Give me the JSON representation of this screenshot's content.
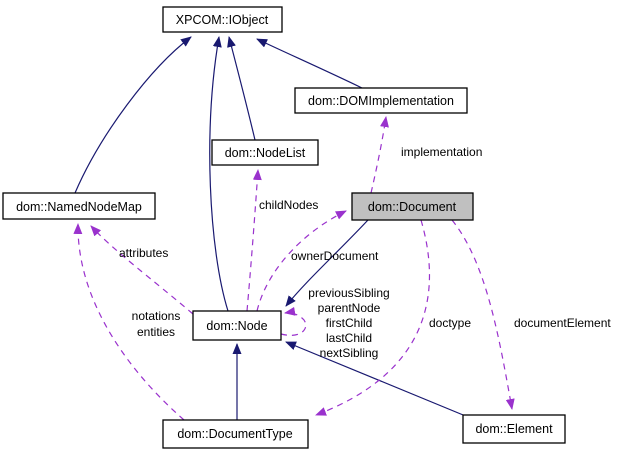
{
  "diagram": {
    "kind": "collaboration-graph",
    "nodes": {
      "iobject": {
        "label": "XPCOM::IObject"
      },
      "dom_implementation": {
        "label": "dom::DOMImplementation"
      },
      "nodelist": {
        "label": "dom::NodeList"
      },
      "document": {
        "label": "dom::Document"
      },
      "namednodemap": {
        "label": "dom::NamedNodeMap"
      },
      "node": {
        "label": "dom::Node"
      },
      "documenttype": {
        "label": "dom::DocumentType"
      },
      "element": {
        "label": "dom::Element"
      }
    },
    "edge_labels": {
      "childNodes": "childNodes",
      "implementation": "implementation",
      "ownerDocument": "ownerDocument",
      "attributes": "attributes",
      "notations": "notations",
      "entities": "entities",
      "doctype": "doctype",
      "documentElement": "documentElement",
      "node_self": [
        "previousSibling",
        "parentNode",
        "firstChild",
        "lastChild",
        "nextSibling"
      ]
    },
    "colors": {
      "inheritance_edge": "#191970",
      "usage_edge": "#9a32cd",
      "box_fill": "#ffffff",
      "highlight_fill": "#c0c0c0",
      "box_border": "#000000"
    }
  }
}
